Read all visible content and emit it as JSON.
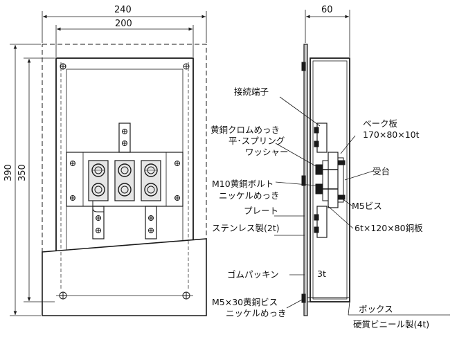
{
  "dimensions": {
    "width_outer": "240",
    "width_inner": "200",
    "height_outer": "390",
    "height_inner": "350",
    "depth": "60"
  },
  "labels": {
    "terminal": "接続端子",
    "washer_1": "黄銅クロムめっき",
    "washer_2": "平･スプリング",
    "washer_3": "ワッシャー",
    "bakelite_1": "ベーク板",
    "bakelite_2": "170×80×10t",
    "stand": "受台",
    "bolt_1": "M10黄銅ボルト",
    "bolt_2": "ニッケルめっき",
    "m5_screw": "M5ビス",
    "copper_plate": "6t×120×80銅板",
    "plate_1": "プレート",
    "plate_2": "ステンレス製(2t)",
    "rubber": "ゴムパッキン",
    "thickness": "3t",
    "m5x30_1": "M5×30黄銅ビス",
    "m5x30_2": "ニッケルめっき",
    "box_1": "ボックス",
    "box_2": "硬質ビニール製(4t)"
  },
  "colors": {
    "line": "#1a1a1a",
    "fill_gray": "#c8c8c8",
    "fill_light": "#e6e6e6"
  }
}
